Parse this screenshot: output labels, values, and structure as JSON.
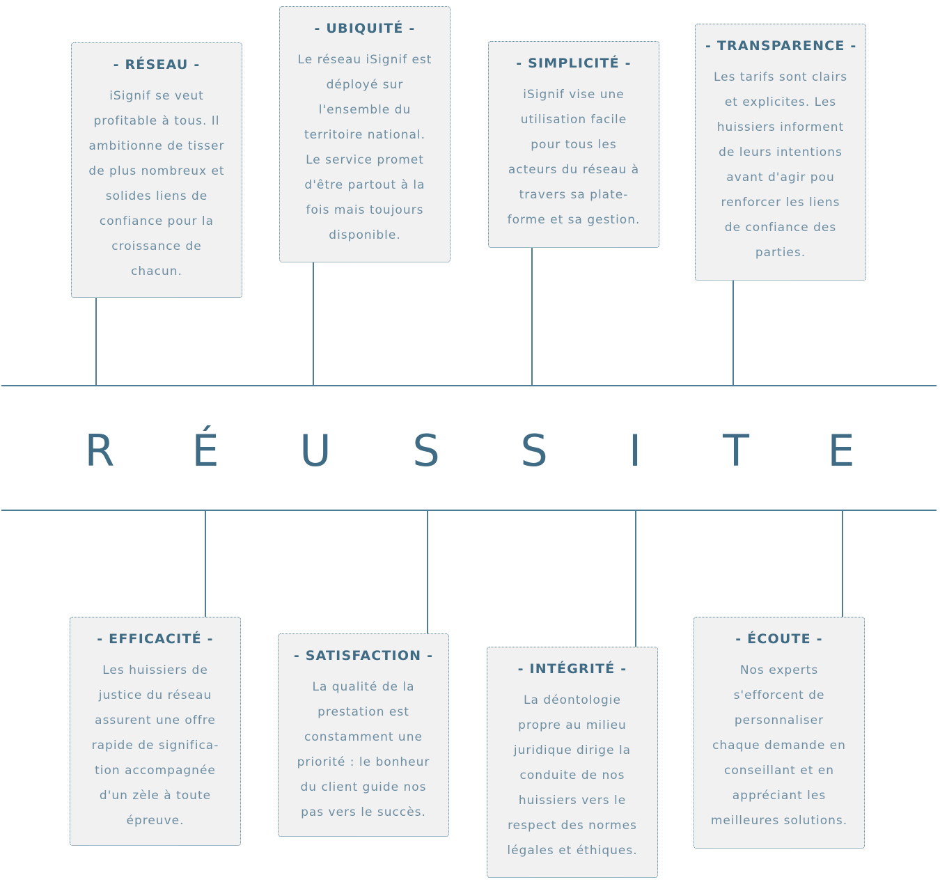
{
  "main_word": {
    "letters": [
      "R",
      "É",
      "U",
      "S",
      "S",
      "I",
      "T",
      "E"
    ]
  },
  "top_cards": [
    {
      "title": "- RÉSEAU -",
      "body": "iSignif se veut\nprofitable à tous. Il\nambitionne de tisser\nde plus nombreux et\nsolides liens de\nconfiance pour la\ncroissance de\nchacun."
    },
    {
      "title": "- UBIQUITÉ -",
      "body": "Le réseau iSignif est\ndéployé sur\nl'ensemble du\nterritoire national.\nLe service promet\nd'être partout à la\nfois mais toujours\ndisponible."
    },
    {
      "title": "- SIMPLICITÉ -",
      "body": "iSignif vise une\nutilisation facile\npour tous les\nacteurs du réseau à\ntravers sa plate-\nforme et sa gestion."
    },
    {
      "title": "- TRANSPARENCE -",
      "body": "Les tarifs sont clairs\net explicites. Les\nhuissiers informent\nde leurs intentions\navant d'agir pou\nrenforcer les liens\nde confiance des\nparties."
    }
  ],
  "bottom_cards": [
    {
      "title": "- EFFICACITÉ -",
      "body": "Les huissiers de\njustice du réseau\nassurent une offre\nrapide de significa-\ntion accompagnée\nd'un zèle à toute\népreuve."
    },
    {
      "title": "- SATISFACTION -",
      "body": "La qualité de la\nprestation est\nconstamment une\npriorité : le bonheur\ndu client guide nos\npas vers le succès."
    },
    {
      "title": "- INTÉGRITÉ -",
      "body": "La déontologie\npropre au milieu\njuridique dirige la\nconduite de nos\nhuissiers vers le\nrespect des normes\nlégales et éthiques."
    },
    {
      "title": "- ÉCOUTE -",
      "body": "Nos experts\ns'efforcent de\npersonnaliser\nchaque demande en\nconseillant et en\nappréciant les\nmeilleures solutions."
    }
  ]
}
